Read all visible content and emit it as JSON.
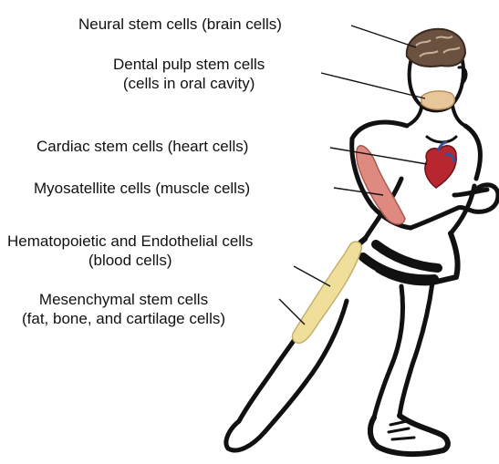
{
  "labels": {
    "neural": {
      "line1": "Neural stem cells (brain cells)"
    },
    "dental": {
      "line1": "Dental pulp stem cells",
      "line2": "(cells in oral cavity)"
    },
    "cardiac": {
      "line1": "Cardiac stem cells (heart cells)"
    },
    "myo": {
      "line1": "Myosatellite cells (muscle cells)"
    },
    "hema": {
      "line1": "Hematopoietic and Endothelial cells",
      "line2": "(blood cells)"
    },
    "mesen": {
      "line1": "Mesenchymal stem cells",
      "line2": "(fat, bone, and cartilage cells)"
    }
  },
  "colors": {
    "outline": "#111111",
    "brain": "#6b5140",
    "teeth": "#e7c69a",
    "heart": "#b8262f",
    "heart_vessel": "#3a4f9a",
    "muscle": "#df8a80",
    "bone": "#efdf9a"
  }
}
